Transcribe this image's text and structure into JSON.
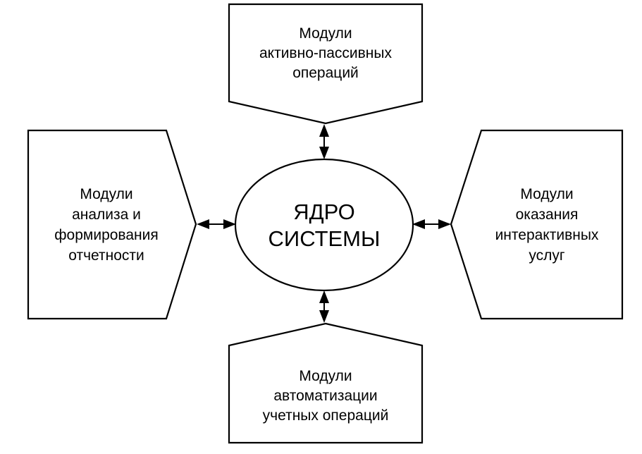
{
  "core": {
    "lines": [
      "ЯДРО",
      "СИСТЕМЫ"
    ]
  },
  "modules": {
    "top": {
      "lines": [
        "Модули",
        "активно-пассивных",
        "операций"
      ]
    },
    "left": {
      "lines": [
        "Модули",
        "анализа и",
        "формирования",
        "отчетности"
      ]
    },
    "right": {
      "lines": [
        "Модули",
        "оказания",
        "интерактивных",
        "услуг"
      ]
    },
    "bottom": {
      "lines": [
        "Модули",
        "автоматизации",
        "учетных операций"
      ]
    }
  }
}
